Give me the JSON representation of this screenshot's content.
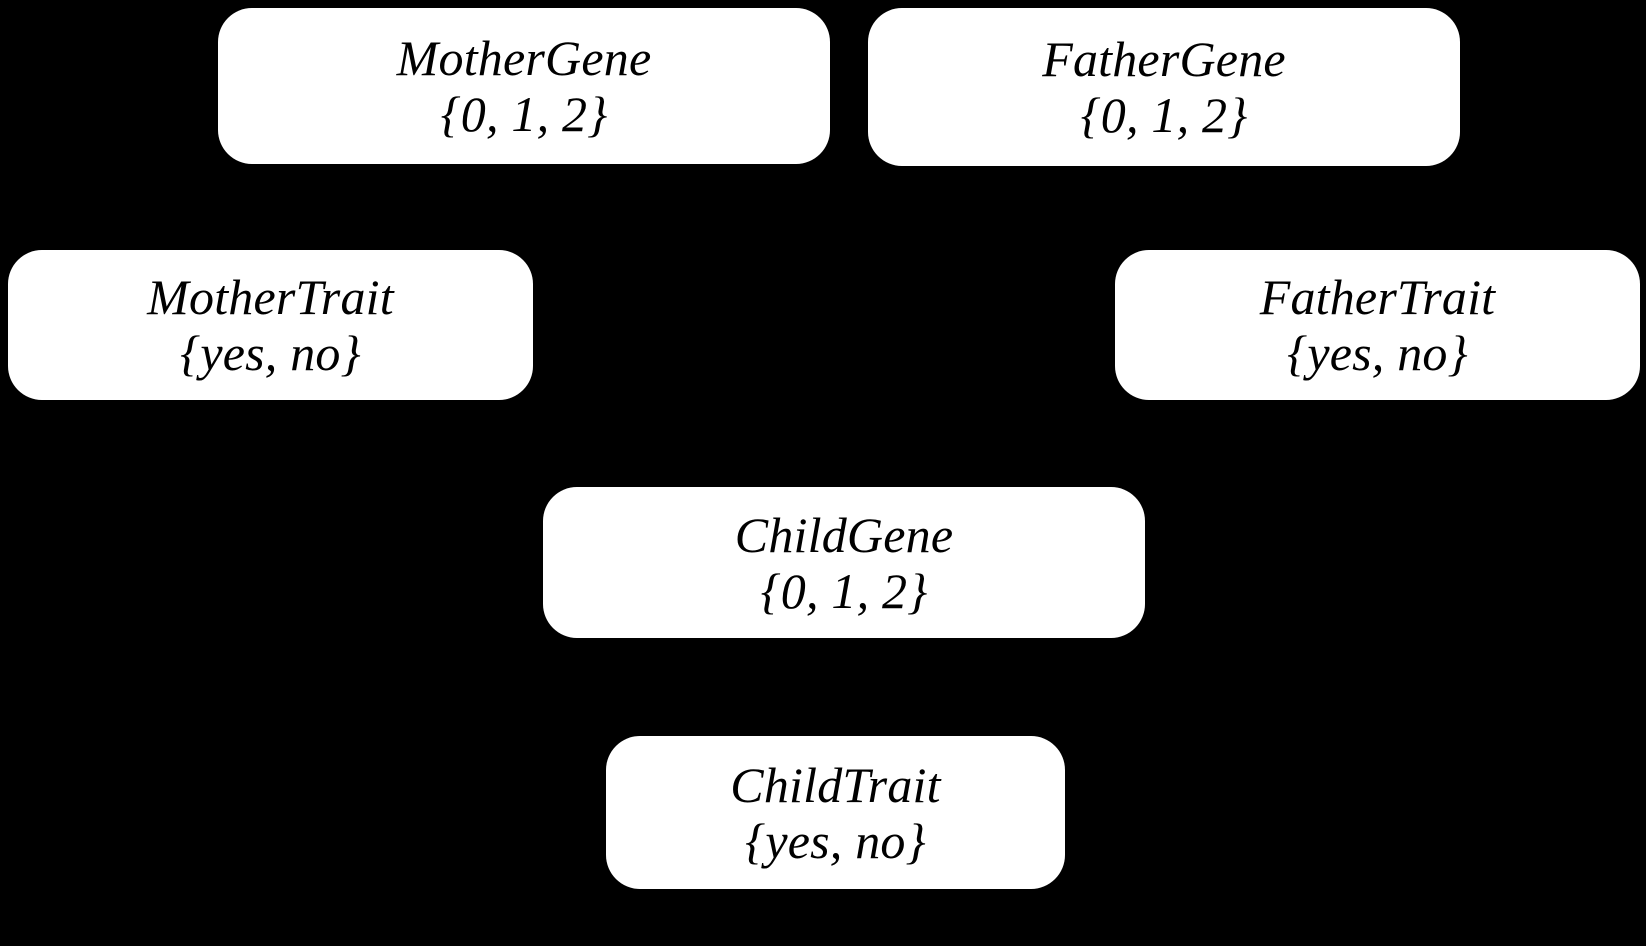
{
  "diagram": {
    "type": "bayesian-network",
    "title": "Genetic inheritance Bayesian network",
    "background_color": "#000000",
    "node_fill_color": "#ffffff",
    "node_text_color": "#000000",
    "nodes": [
      {
        "id": "mother-gene",
        "name": "MotherGene",
        "domain": "{0, 1, 2}",
        "values": [
          "0",
          "1",
          "2"
        ]
      },
      {
        "id": "father-gene",
        "name": "FatherGene",
        "domain": "{0, 1, 2}",
        "values": [
          "0",
          "1",
          "2"
        ]
      },
      {
        "id": "mother-trait",
        "name": "MotherTrait",
        "domain": "{yes, no}",
        "values": [
          "yes",
          "no"
        ]
      },
      {
        "id": "father-trait",
        "name": "FatherTrait",
        "domain": "{yes, no}",
        "values": [
          "yes",
          "no"
        ]
      },
      {
        "id": "child-gene",
        "name": "ChildGene",
        "domain": "{0, 1, 2}",
        "values": [
          "0",
          "1",
          "2"
        ]
      },
      {
        "id": "child-trait",
        "name": "ChildTrait",
        "domain": "{yes, no}",
        "values": [
          "yes",
          "no"
        ]
      }
    ]
  }
}
